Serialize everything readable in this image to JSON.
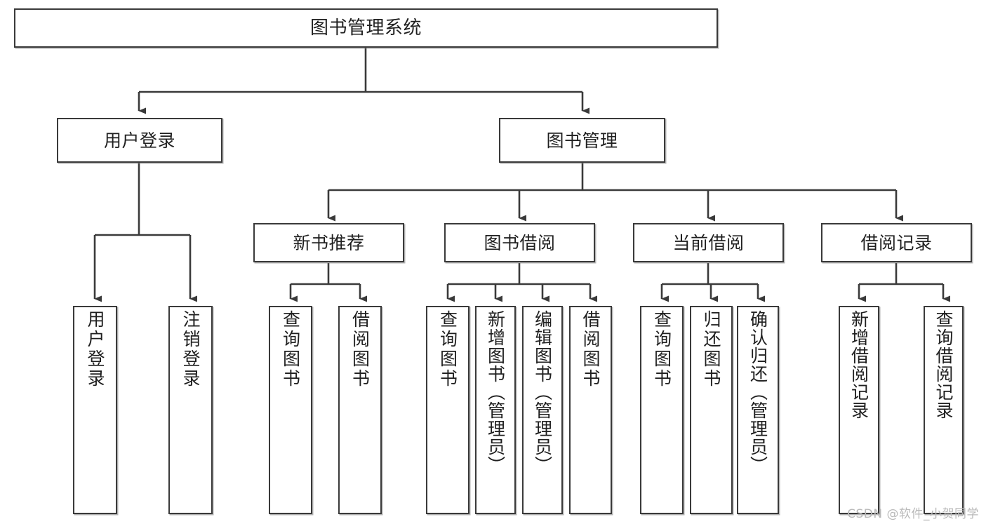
{
  "diagram": {
    "title": "图书管理系统",
    "type": "tree",
    "watermark": "CSDN @软件_小贺同学",
    "colors": {
      "node_border": "#3a3a3a",
      "node_fill": "#ffffff",
      "edge": "#3a3a3a",
      "text": "#1f1f1f",
      "watermark": "#b9b9b9",
      "background": "#ffffff"
    },
    "nodes": {
      "root": {
        "label": "图书管理系统"
      },
      "level1": [
        {
          "id": "user-login",
          "label": "用户登录"
        },
        {
          "id": "book-management",
          "label": "图书管理"
        }
      ],
      "level2": [
        {
          "id": "new-book-recommend",
          "label": "新书推荐"
        },
        {
          "id": "book-borrow",
          "label": "图书借阅"
        },
        {
          "id": "current-borrow",
          "label": "当前借阅"
        },
        {
          "id": "borrow-record",
          "label": "借阅记录"
        }
      ],
      "leaves": {
        "user_login": [
          {
            "id": "leaf-user-login",
            "label": "用户登录"
          },
          {
            "id": "leaf-logout",
            "label": "注销登录"
          }
        ],
        "new_book_recommend": [
          {
            "id": "leaf-query-book-1",
            "label": "查询图书"
          },
          {
            "id": "leaf-borrow-book-1",
            "label": "借阅图书"
          }
        ],
        "book_borrow": [
          {
            "id": "leaf-query-book-2",
            "label": "查询图书"
          },
          {
            "id": "leaf-add-book",
            "label": "新增图书（管理员）"
          },
          {
            "id": "leaf-edit-book",
            "label": "编辑图书（管理员）"
          },
          {
            "id": "leaf-borrow-book-2",
            "label": "借阅图书"
          }
        ],
        "current_borrow": [
          {
            "id": "leaf-query-book-3",
            "label": "查询图书"
          },
          {
            "id": "leaf-return-book",
            "label": "归还图书"
          },
          {
            "id": "leaf-confirm-return",
            "label": "确认归还（管理员）"
          }
        ],
        "borrow_record": [
          {
            "id": "leaf-add-record",
            "label": "新增借阅记录"
          },
          {
            "id": "leaf-query-record",
            "label": "查询借阅记录"
          }
        ]
      }
    }
  }
}
